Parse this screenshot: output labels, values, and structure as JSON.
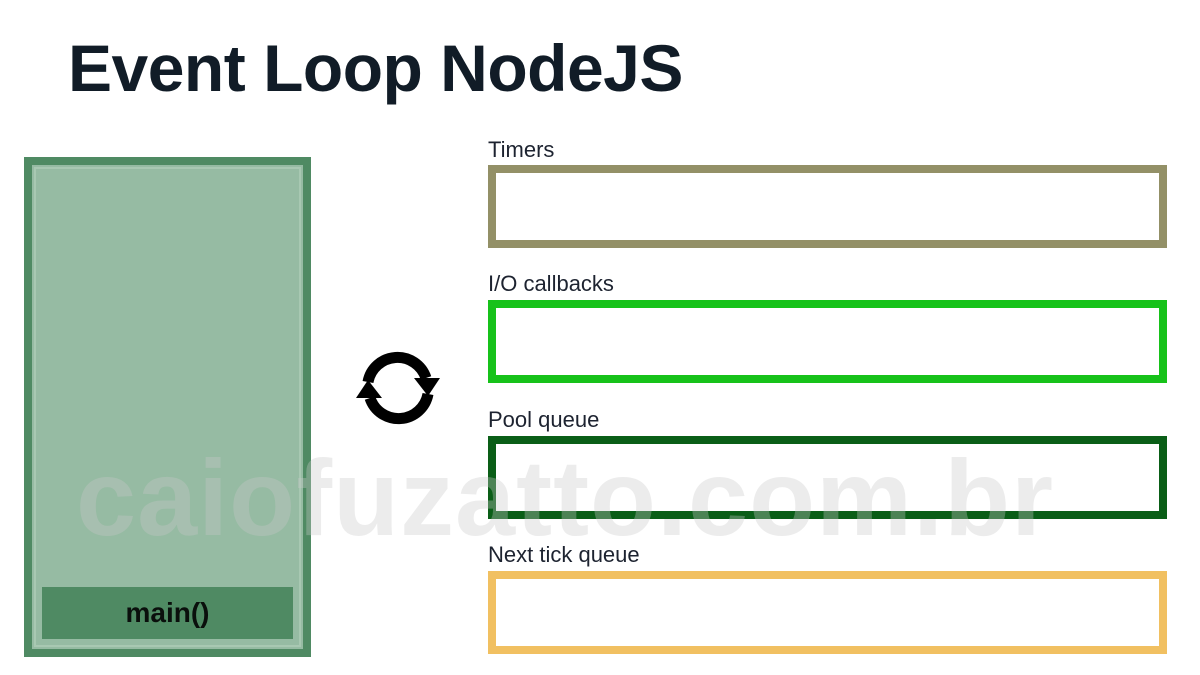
{
  "title": "Event Loop NodeJS",
  "watermark": "caiofuzatto.com.br",
  "call_stack": {
    "frame_label": "main()",
    "fill_color": "#96bba3",
    "border_color": "#4f8a63"
  },
  "loop_icon": "refresh-cycle-icon",
  "queues": [
    {
      "label": "Timers",
      "color": "#939067"
    },
    {
      "label": "I/O callbacks",
      "color": "#17c21a"
    },
    {
      "label": "Pool queue",
      "color": "#0a5e17"
    },
    {
      "label": "Next tick queue",
      "color": "#f1c061"
    }
  ]
}
